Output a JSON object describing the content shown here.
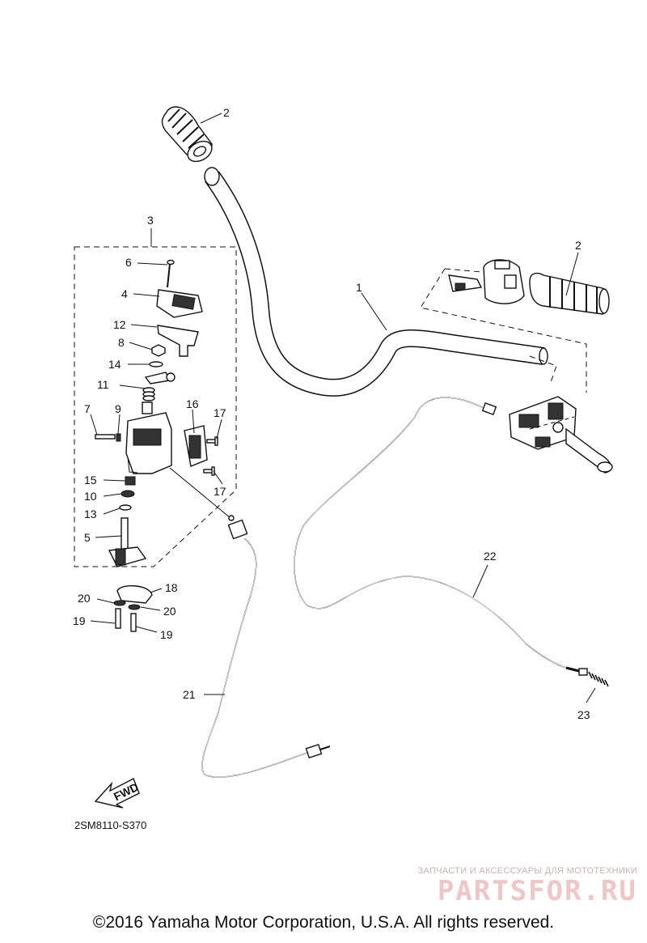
{
  "diagram": {
    "callouts": [
      {
        "id": "label-1",
        "text": "1"
      },
      {
        "id": "label-2-left",
        "text": "2"
      },
      {
        "id": "label-2-right",
        "text": "2"
      },
      {
        "id": "label-3",
        "text": "3"
      },
      {
        "id": "label-4",
        "text": "4"
      },
      {
        "id": "label-5",
        "text": "5"
      },
      {
        "id": "label-6",
        "text": "6"
      },
      {
        "id": "label-7",
        "text": "7"
      },
      {
        "id": "label-8",
        "text": "8"
      },
      {
        "id": "label-9",
        "text": "9"
      },
      {
        "id": "label-10",
        "text": "10"
      },
      {
        "id": "label-11",
        "text": "11"
      },
      {
        "id": "label-12",
        "text": "12"
      },
      {
        "id": "label-13",
        "text": "13"
      },
      {
        "id": "label-14",
        "text": "14"
      },
      {
        "id": "label-15",
        "text": "15"
      },
      {
        "id": "label-16",
        "text": "16"
      },
      {
        "id": "label-17-top",
        "text": "17"
      },
      {
        "id": "label-17-bottom",
        "text": "17"
      },
      {
        "id": "label-18",
        "text": "18"
      },
      {
        "id": "label-19-left",
        "text": "19"
      },
      {
        "id": "label-19-right",
        "text": "19"
      },
      {
        "id": "label-20-left",
        "text": "20"
      },
      {
        "id": "label-20-right",
        "text": "20"
      },
      {
        "id": "label-21",
        "text": "21"
      },
      {
        "id": "label-22",
        "text": "22"
      },
      {
        "id": "label-23",
        "text": "23"
      }
    ],
    "fwd_label": "FWD",
    "code": "2SM8110-S370"
  },
  "watermark": {
    "tagline": "ЗАПЧАСТИ И АКСЕССУАРЫ ДЛЯ МОТОТЕХНИКИ",
    "brand": "PARTSFOR.RU"
  },
  "footer": {
    "copyright": "©2016 Yamaha Motor Corporation, U.S.A. All rights reserved."
  }
}
